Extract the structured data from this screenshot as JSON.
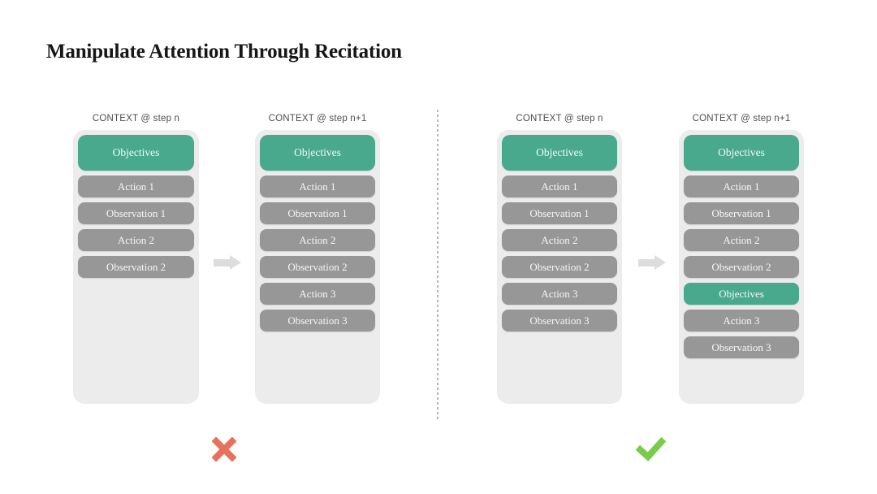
{
  "title": "Manipulate Attention Through Recitation",
  "colors": {
    "objective_green": "#48a98d",
    "step_gray": "#979797",
    "panel_bg": "#ececec",
    "arrow_gray": "#dddddd",
    "divider_gray": "#b5b5b5",
    "cross_red": "#e8715c",
    "check_green": "#79cc4a"
  },
  "icons": {
    "arrow": "right-block-arrow",
    "cross": "x-mark",
    "check": "check-mark"
  },
  "groups": [
    {
      "name": "without-recitation",
      "verdict": "cross",
      "panels": [
        {
          "header": "CONTEXT @ step n",
          "items": [
            {
              "label": "Objectives",
              "variant": "objective",
              "size": "large"
            },
            {
              "label": "Action 1",
              "variant": "step"
            },
            {
              "label": "Observation 1",
              "variant": "step"
            },
            {
              "label": "Action 2",
              "variant": "step"
            },
            {
              "label": "Observation 2",
              "variant": "step"
            }
          ]
        },
        {
          "header": "CONTEXT @ step n+1",
          "items": [
            {
              "label": "Objectives",
              "variant": "objective",
              "size": "large"
            },
            {
              "label": "Action 1",
              "variant": "step"
            },
            {
              "label": "Observation 1",
              "variant": "step"
            },
            {
              "label": "Action 2",
              "variant": "step"
            },
            {
              "label": "Observation 2",
              "variant": "step"
            },
            {
              "label": "Action 3",
              "variant": "step"
            },
            {
              "label": "Observation 3",
              "variant": "step"
            }
          ]
        }
      ]
    },
    {
      "name": "with-recitation",
      "verdict": "check",
      "panels": [
        {
          "header": "CONTEXT @ step n",
          "items": [
            {
              "label": "Objectives",
              "variant": "objective",
              "size": "large"
            },
            {
              "label": "Action 1",
              "variant": "step"
            },
            {
              "label": "Observation 1",
              "variant": "step"
            },
            {
              "label": "Action 2",
              "variant": "step"
            },
            {
              "label": "Observation 2",
              "variant": "step"
            },
            {
              "label": "Action 3",
              "variant": "step"
            },
            {
              "label": "Observation 3",
              "variant": "step"
            }
          ]
        },
        {
          "header": "CONTEXT @ step n+1",
          "items": [
            {
              "label": "Objectives",
              "variant": "objective",
              "size": "large"
            },
            {
              "label": "Action 1",
              "variant": "step"
            },
            {
              "label": "Observation 1",
              "variant": "step"
            },
            {
              "label": "Action 2",
              "variant": "step"
            },
            {
              "label": "Observation 2",
              "variant": "step"
            },
            {
              "label": "Objectives",
              "variant": "objective"
            },
            {
              "label": "Action 3",
              "variant": "step"
            },
            {
              "label": "Observation 3",
              "variant": "step"
            }
          ]
        }
      ]
    }
  ]
}
